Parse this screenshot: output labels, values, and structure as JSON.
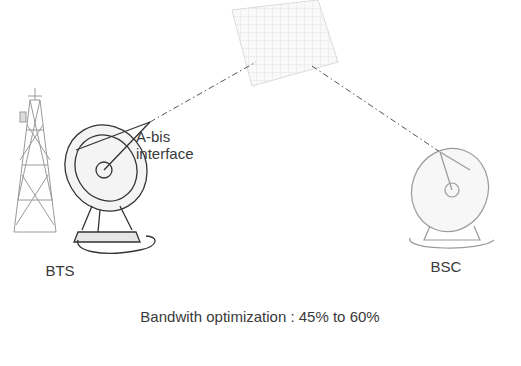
{
  "diagram": {
    "caption": "Bandwith optimization : 45% to 60%",
    "labels": [
      "A-bis interface",
      "BTS",
      "BSC"
    ]
  }
}
